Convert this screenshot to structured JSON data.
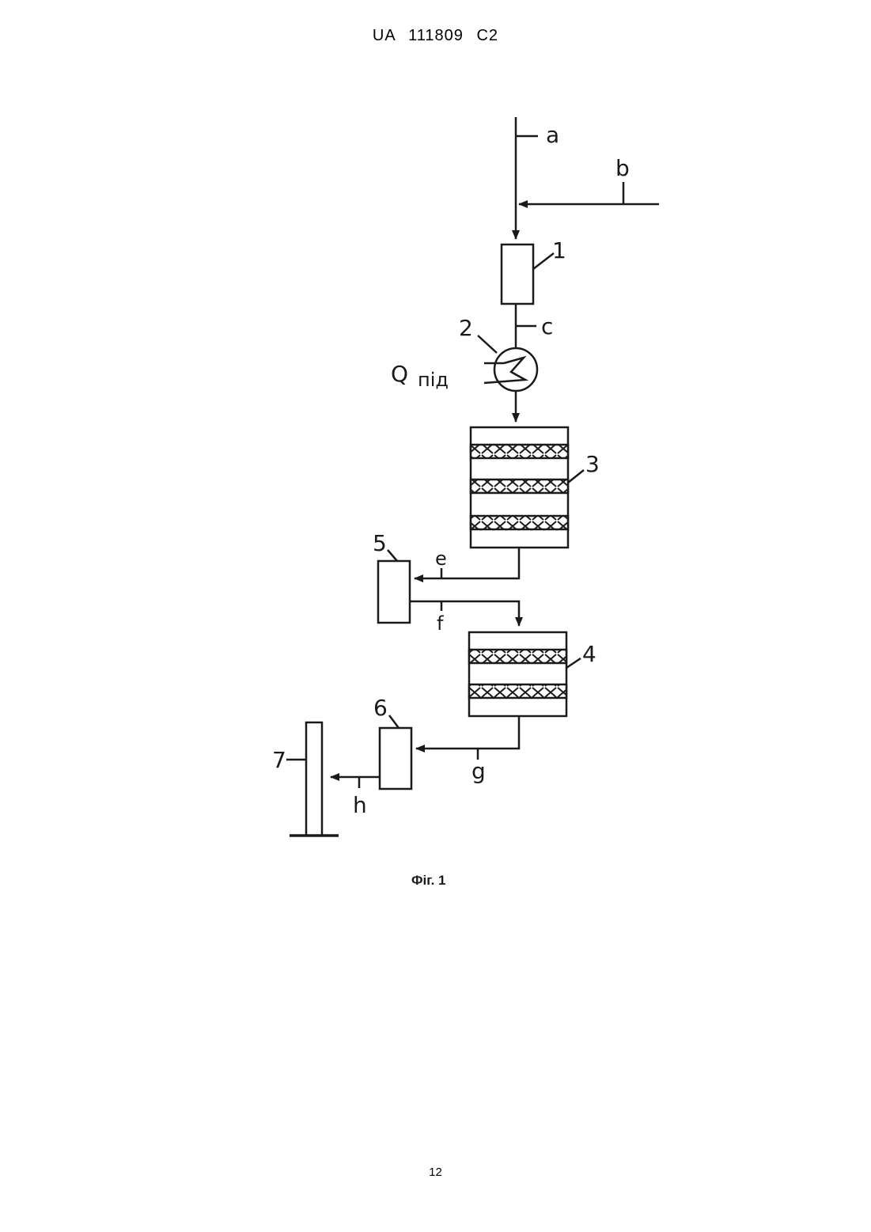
{
  "header": {
    "doc_number": "UA   111809   C2"
  },
  "footer": {
    "page_number": "12"
  },
  "figure": {
    "caption": "Фіг. 1",
    "stream_labels": {
      "a": "a",
      "b": "b",
      "c": "c",
      "e": "e",
      "f": "f",
      "g": "g",
      "h": "h"
    },
    "unit_labels": {
      "u1": "1",
      "u2": "2",
      "u3": "3",
      "u4": "4",
      "u5": "5",
      "u6": "6",
      "u7": "7"
    },
    "heat_label": {
      "symbol": "Q",
      "subscript": "під"
    }
  }
}
